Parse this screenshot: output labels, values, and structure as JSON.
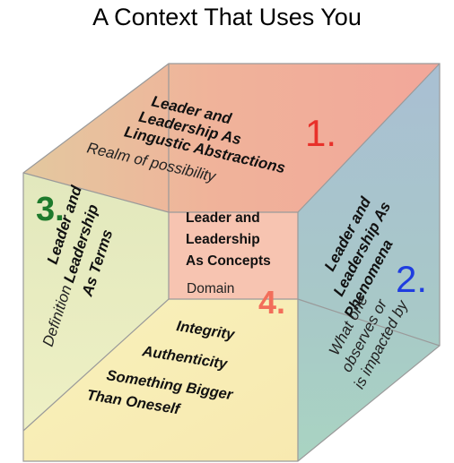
{
  "title": "A Context That Uses You",
  "faces": {
    "top": {
      "number": "1.",
      "heading": [
        "Leader and",
        "Leadership As",
        "Lingustic Abstractions"
      ],
      "subtext": "Realm of possibility",
      "color": "#f2a79a"
    },
    "right": {
      "number": "2.",
      "heading": [
        "Leader and",
        "Leadership As",
        "Phenomena"
      ],
      "subtext": [
        "What one",
        "observes or",
        "is impacted by"
      ],
      "color": "#a8c2d2"
    },
    "left": {
      "number": "3.",
      "heading": [
        "Leader and",
        "Leadership",
        "As Terms"
      ],
      "subtext": "Definition",
      "color": "#e7ecc2"
    },
    "back": {
      "number": "4.",
      "heading": [
        "Leader and",
        "Leadership",
        "As Concepts"
      ],
      "subtext": "Domain",
      "color": "#f7c6b4"
    },
    "bottom": {
      "items": [
        "Integrity",
        "Authenticity",
        "Something Bigger",
        "Than Oneself"
      ],
      "color": "#fbf4b5"
    }
  },
  "colors": {
    "number1": "#e8312a",
    "number2": "#1f3de0",
    "number3": "#1e7a2c",
    "number4": "#f26e5a"
  }
}
